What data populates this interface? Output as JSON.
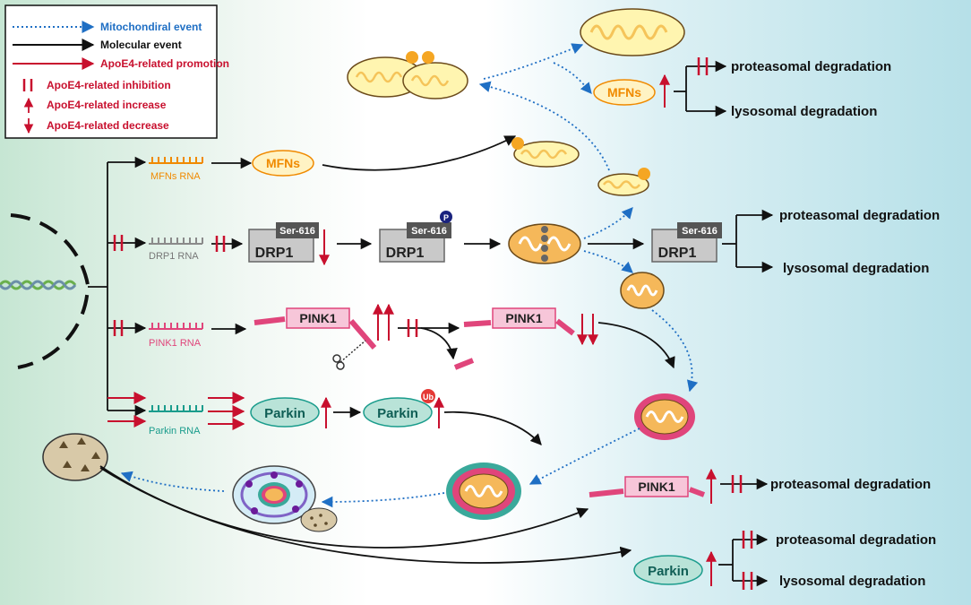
{
  "legend": {
    "mito_event": "Mitochondiral event",
    "molecular_event": "Molecular event",
    "promotion": "ApoE4-related promotion",
    "inhibition": "ApoE4-related inhibition",
    "increase": "ApoE4-related increase",
    "decrease": "ApoE4-related decrease"
  },
  "rna": {
    "mfns": "MFNs RNA",
    "drp1": "DRP1 RNA",
    "pink1": "PINK1 RNA",
    "parkin": "Parkin RNA"
  },
  "proteins": {
    "mfns": "MFNs",
    "drp1": "DRP1",
    "ser616": "Ser-616",
    "phospho": "P",
    "pink1": "PINK1",
    "parkin": "Parkin",
    "ub": "Ub"
  },
  "outcomes": {
    "proteasomal": "proteasomal degradation",
    "lysosomal": "lysosomal degradation"
  },
  "colors": {
    "mito_event": "#1f6fc4",
    "apoe4_red": "#c8102e",
    "mfns_orange": "#f08a00",
    "pink1_pink": "#e0457b",
    "parkin_teal": "#1a9c8c",
    "mito_fill": "#fff5b0",
    "mito_outer": "#f5b85a"
  }
}
